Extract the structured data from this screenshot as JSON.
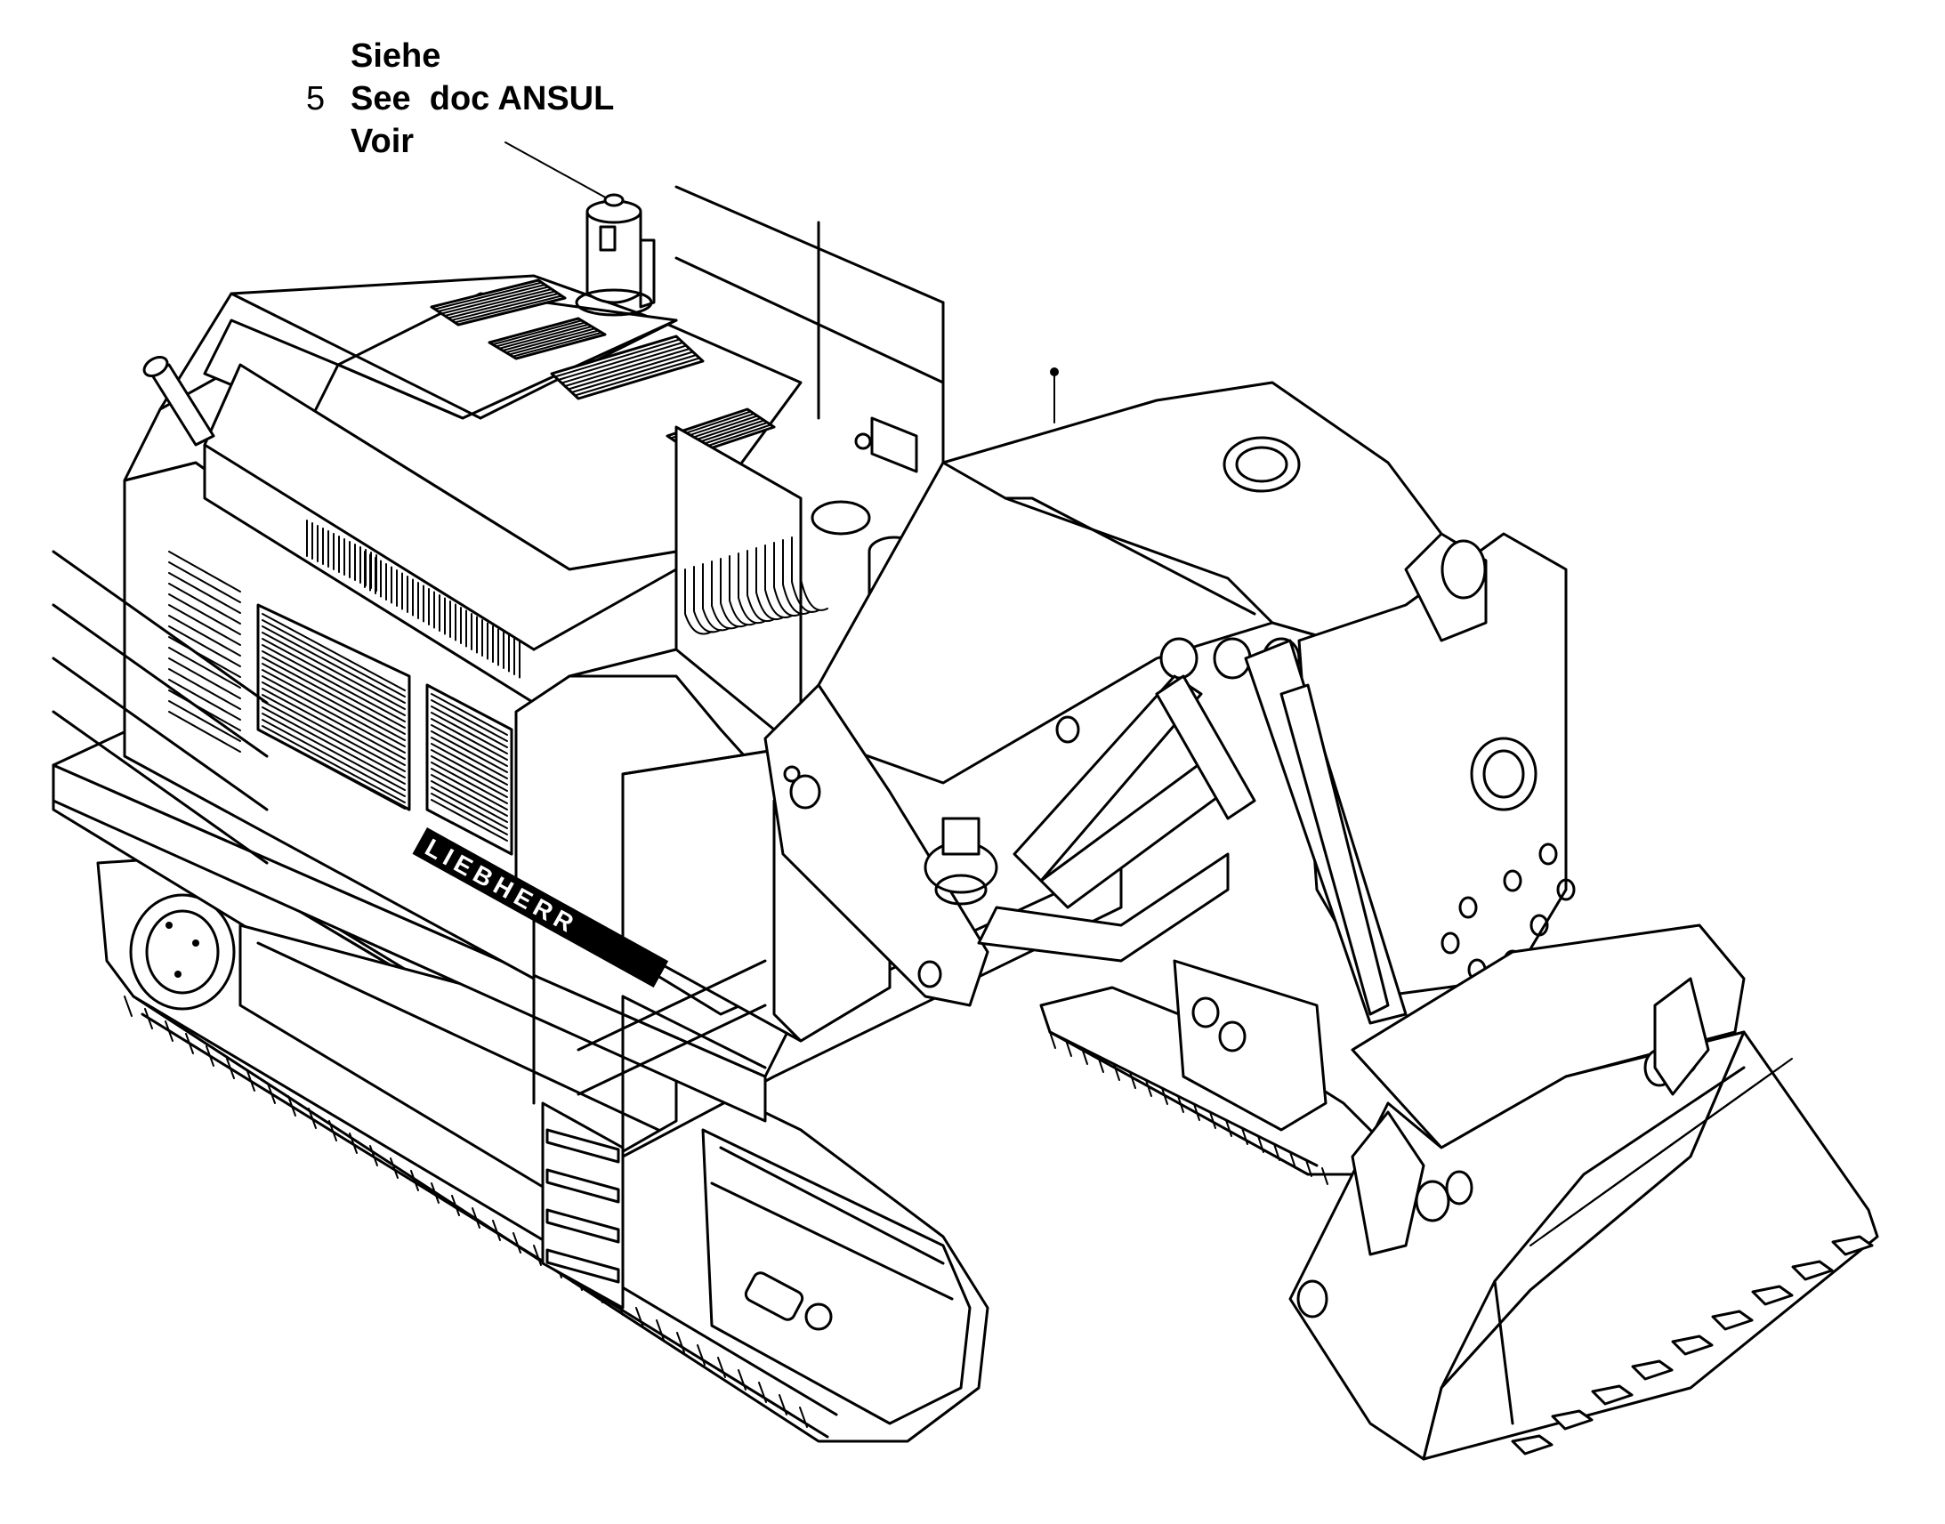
{
  "callout": {
    "number": "5",
    "line1": "Siehe",
    "line2": "See  doc ANSUL",
    "line3": "Voir"
  },
  "brand_lettering": "LIEBHERR",
  "colors": {
    "line": "#000000",
    "background": "#ffffff"
  }
}
